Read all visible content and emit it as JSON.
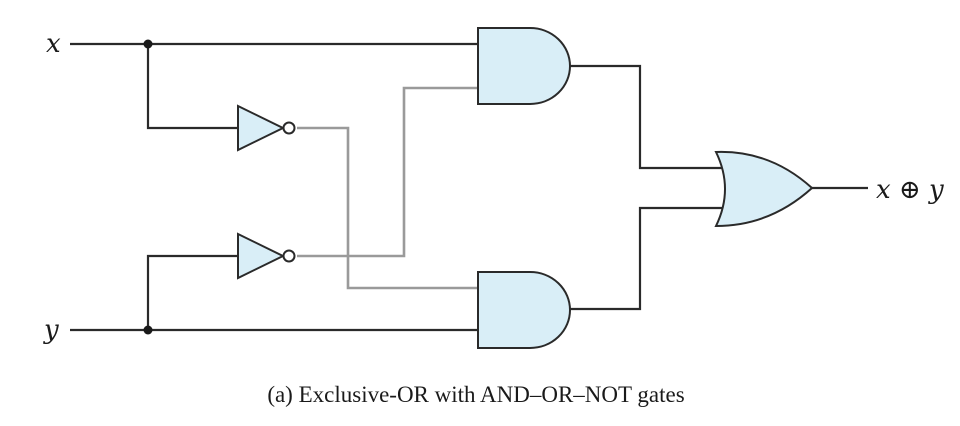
{
  "inputs": {
    "x_label": "x",
    "y_label": "y"
  },
  "output": {
    "label": "x ⊕ y"
  },
  "caption": "(a) Exclusive-OR with AND–OR–NOT gates",
  "colors": {
    "gate_fill": "#d9eef7",
    "wire_dark": "#2a2a2a",
    "wire_gray": "#9a9a9a"
  },
  "components": [
    "not-gate-x",
    "not-gate-y",
    "and-gate-top",
    "and-gate-bottom",
    "or-gate"
  ]
}
